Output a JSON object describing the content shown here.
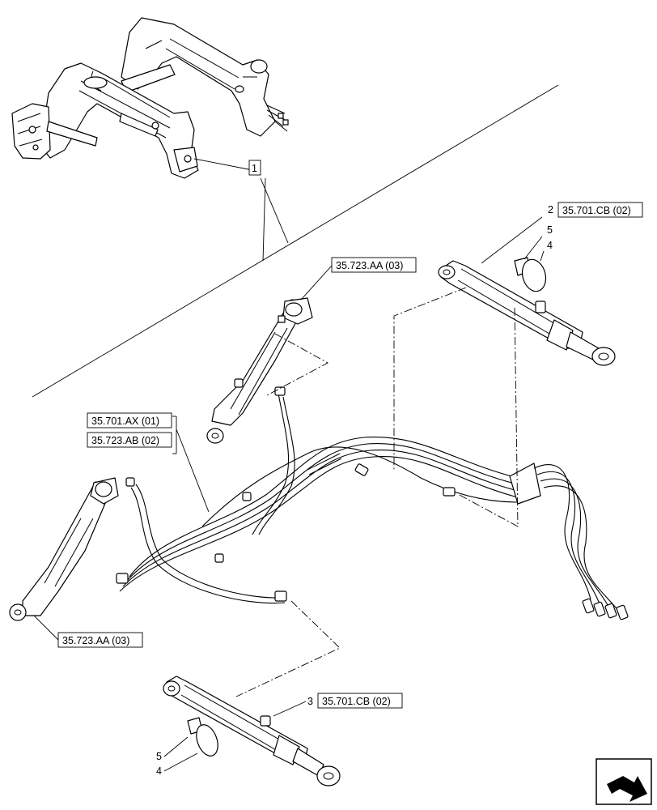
{
  "callouts": {
    "item1": "1",
    "item2": "2",
    "item3": "3",
    "item4_top": "4",
    "item5_top": "5",
    "item4_bottom": "4",
    "item5_bottom": "5"
  },
  "references": {
    "cb_top": "35.701.CB (02)",
    "aa_top": "35.723.AA (03)",
    "ax": "35.701.AX (01)",
    "ab": "35.723.AB (02)",
    "aa_bottom": "35.723.AA (03)",
    "cb_bottom": "35.701.CB (02)"
  },
  "icons": {
    "navigation": "next-page-arrow-icon"
  }
}
